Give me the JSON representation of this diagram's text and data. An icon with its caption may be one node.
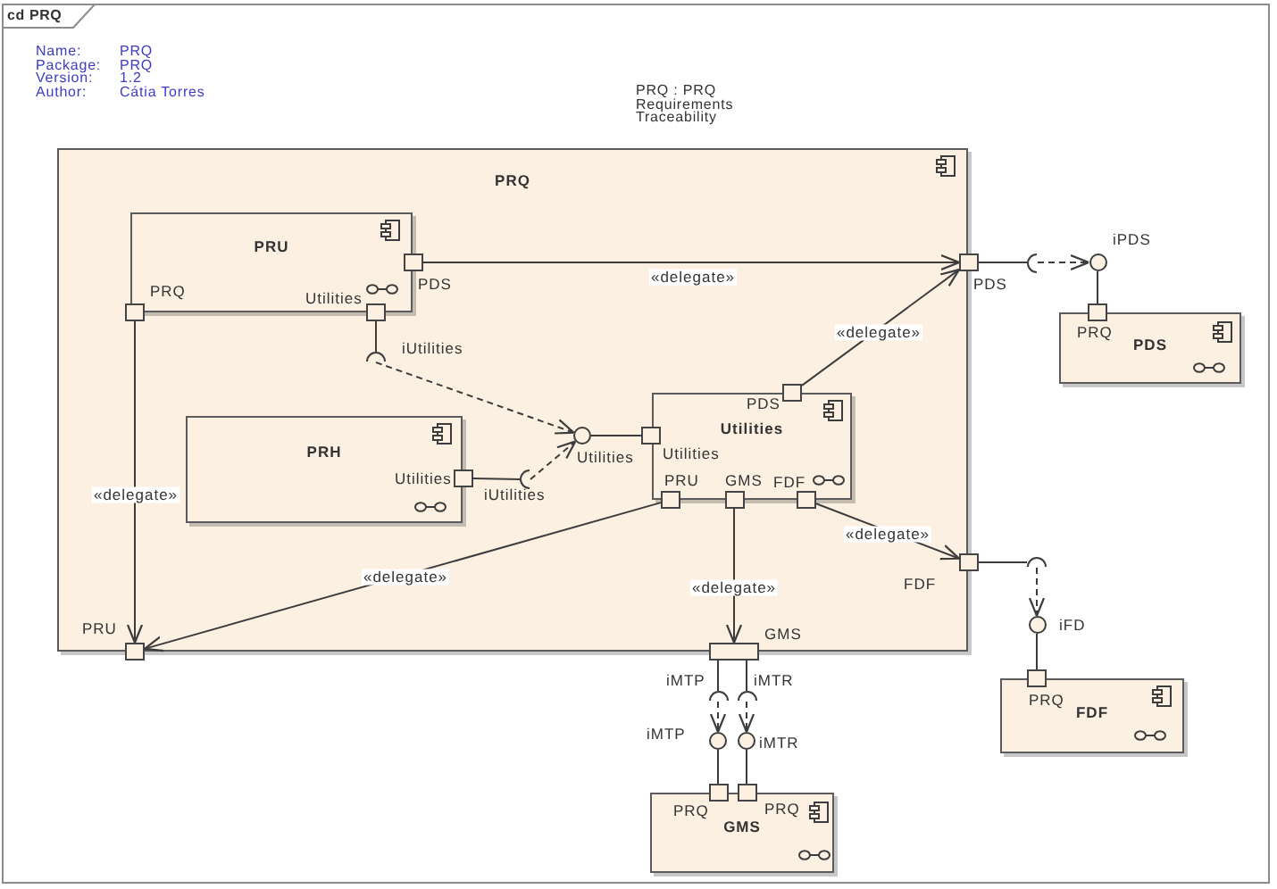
{
  "diagram": {
    "title": "cd PRQ",
    "nodes": [
      {
        "text": [
          "PRQ"
        ]
      },
      {
        "text": [
          "PRU"
        ],
        "in": 0
      },
      {
        "text": [],
        "shape": "box",
        "beside": [
          "PRQ"
        ],
        "in": 0
      },
      {
        "text": [],
        "shape": "box",
        "beside": [
          "Utilities"
        ],
        "in": 0
      },
      {
        "text": [],
        "shape": "box",
        "beside": [
          "PDS"
        ],
        "in": 0
      },
      {
        "text": [],
        "shape": "arc",
        "beside": [
          "iUtilities"
        ],
        "in": 0
      },
      {
        "text": [
          "PRH"
        ],
        "in": 0
      },
      {
        "text": [],
        "shape": "box",
        "beside": [
          "Utilities"
        ],
        "in": 0
      },
      {
        "text": [],
        "shape": "arc",
        "beside": [
          "iUtilities"
        ],
        "in": 0
      },
      {
        "text": [],
        "shape": "circle",
        "beside": [
          "Utilities"
        ],
        "in": 0
      },
      {
        "text": [
          "Utilities"
        ],
        "in": 0
      },
      {
        "text": [],
        "shape": "box",
        "beside": [
          "PDS"
        ],
        "in": 0
      },
      {
        "text": [],
        "shape": "box",
        "beside": [
          "Utilities"
        ],
        "in": 0
      },
      {
        "text": [],
        "shape": "box",
        "beside": [
          "PRU"
        ],
        "in": 0
      },
      {
        "text": [],
        "shape": "box",
        "beside": [
          "GMS"
        ],
        "in": 0
      },
      {
        "text": [],
        "shape": "box",
        "beside": [
          "FDF"
        ],
        "in": 0
      },
      {
        "text": [],
        "shape": "box",
        "beside": [
          "PDS"
        ]
      },
      {
        "text": [],
        "shape": "box",
        "beside": [
          "FDF"
        ]
      },
      {
        "text": [],
        "shape": "box",
        "beside": [
          "GMS"
        ]
      },
      {
        "text": [],
        "shape": "box",
        "beside": [
          "PRU"
        ]
      },
      {
        "text": [],
        "shape": "arc"
      },
      {
        "text": [],
        "shape": "circle",
        "beside": [
          "iPDS"
        ]
      },
      {
        "text": [
          "PDS"
        ]
      },
      {
        "text": [],
        "shape": "box",
        "beside": [
          "PRQ"
        ]
      },
      {
        "text": [],
        "shape": "arc"
      },
      {
        "text": [],
        "shape": "circle",
        "beside": [
          "iFD"
        ]
      },
      {
        "text": [
          "FDF"
        ]
      },
      {
        "text": [],
        "shape": "box",
        "beside": [
          "PRQ"
        ]
      },
      {
        "text": [],
        "shape": "arc",
        "beside": [
          "iMTP"
        ]
      },
      {
        "text": [],
        "shape": "arc",
        "beside": [
          "iMTR"
        ]
      },
      {
        "text": [],
        "shape": "circle",
        "beside": [
          "iMTP"
        ]
      },
      {
        "text": [],
        "shape": "circle",
        "beside": [
          "iMTR"
        ]
      },
      {
        "text": [
          "GMS"
        ]
      },
      {
        "text": [],
        "shape": "box",
        "beside": [
          "PRQ"
        ]
      },
      {
        "text": [],
        "shape": "box",
        "beside": [
          "PRQ"
        ]
      }
    ],
    "edges": [
      {
        "from": 4,
        "to": 16,
        "arrow": "to",
        "label": "«delegate»"
      },
      {
        "from": 11,
        "to": 16,
        "arrow": "to",
        "label": "«delegate»"
      },
      {
        "from": 2,
        "to": 19,
        "arrow": "to",
        "label": "«delegate»"
      },
      {
        "from": 13,
        "to": 19,
        "arrow": "to",
        "label": "«delegate»"
      },
      {
        "from": 14,
        "to": 18,
        "arrow": "to",
        "label": "«delegate»"
      },
      {
        "from": 15,
        "to": 17,
        "arrow": "to",
        "label": "«delegate»"
      },
      {
        "from": 3,
        "to": 5,
        "arrow": "none"
      },
      {
        "from": 5,
        "to": 9,
        "arrow": "to",
        "style": "dashed"
      },
      {
        "from": 7,
        "to": 8,
        "arrow": "none"
      },
      {
        "from": 8,
        "to": 9,
        "arrow": "to",
        "style": "dashed"
      },
      {
        "from": 9,
        "to": 12,
        "arrow": "none"
      },
      {
        "from": 16,
        "to": 20,
        "arrow": "none"
      },
      {
        "from": 20,
        "to": 21,
        "arrow": "to",
        "style": "dashed"
      },
      {
        "from": 21,
        "to": 23,
        "arrow": "none"
      },
      {
        "from": 17,
        "to": 24,
        "arrow": "none"
      },
      {
        "from": 24,
        "to": 25,
        "arrow": "to",
        "style": "dashed"
      },
      {
        "from": 25,
        "to": 27,
        "arrow": "none"
      },
      {
        "from": 18,
        "to": 28,
        "arrow": "none"
      },
      {
        "from": 18,
        "to": 29,
        "arrow": "none"
      },
      {
        "from": 28,
        "to": 30,
        "arrow": "to",
        "style": "dashed"
      },
      {
        "from": 29,
        "to": 31,
        "arrow": "to",
        "style": "dashed"
      },
      {
        "from": 30,
        "to": 33,
        "arrow": "none"
      },
      {
        "from": 31,
        "to": 34,
        "arrow": "none"
      }
    ],
    "labels": [
      "Name:",
      "PRQ",
      "Package:",
      "PRQ",
      "Version:",
      "1.2",
      "Author:",
      "Cátia Torres",
      "PRQ : PRQ Requirements Traceability"
    ]
  }
}
